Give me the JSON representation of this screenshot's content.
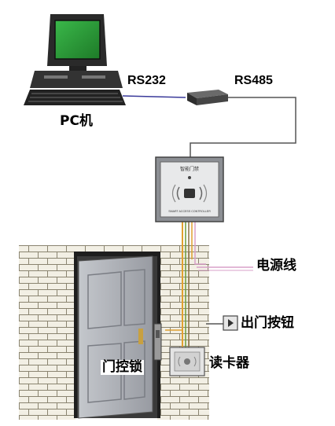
{
  "labels": {
    "pc": "PC机",
    "rs232": "RS232",
    "rs485": "RS485",
    "power_line": "电源线",
    "exit_button": "出门按钮",
    "door_lock": "门控锁",
    "card_reader": "读卡器"
  },
  "controller": {
    "panel_title": "智能门禁",
    "panel_caption": "SMART ACCESS CONTROLLER"
  },
  "icons": {
    "pc": "computer-icon",
    "converter": "converter-box-icon",
    "controller": "access-controller-icon",
    "door": "door-icon",
    "lock": "door-lock-icon",
    "reader": "card-reader-icon",
    "exit_button": "exit-button-icon"
  },
  "colors": {
    "rs232_cable": "#3a3a9a",
    "rs485_cable": "#555555",
    "power_cable": "#d8a0c8",
    "wire_orange": "#e0a030",
    "wire_green": "#6a9a3a",
    "brick_fill": "#f2efe4",
    "brick_mortar": "#8a8470",
    "door_panel": "#aeb1b8",
    "screen": "#2e9e3a"
  }
}
